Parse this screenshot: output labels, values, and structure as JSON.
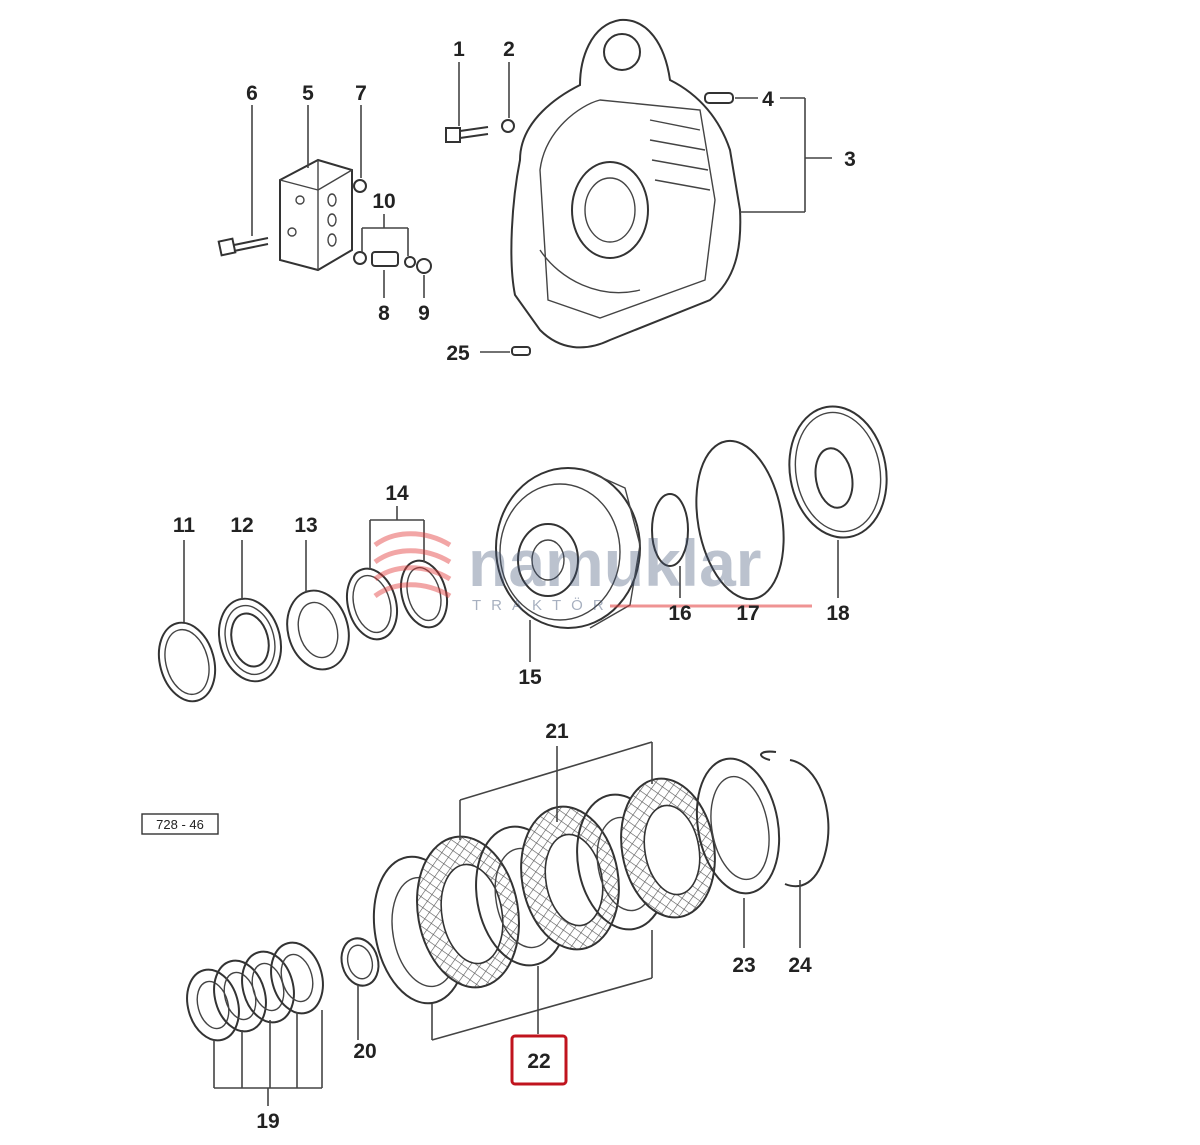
{
  "diagram": {
    "ref_code": "728 - 46",
    "highlighted_part": "22",
    "highlight_color": "#c0141e",
    "watermark": {
      "brand": "namuklar",
      "sub": "TRAKTÖR",
      "color": "#3c4f74",
      "accent": "#e23a3a"
    },
    "labels": [
      "1",
      "2",
      "3",
      "4",
      "5",
      "6",
      "7",
      "8",
      "9",
      "10",
      "11",
      "12",
      "13",
      "14",
      "15",
      "16",
      "17",
      "18",
      "19",
      "20",
      "21",
      "22",
      "23",
      "24",
      "25"
    ]
  }
}
